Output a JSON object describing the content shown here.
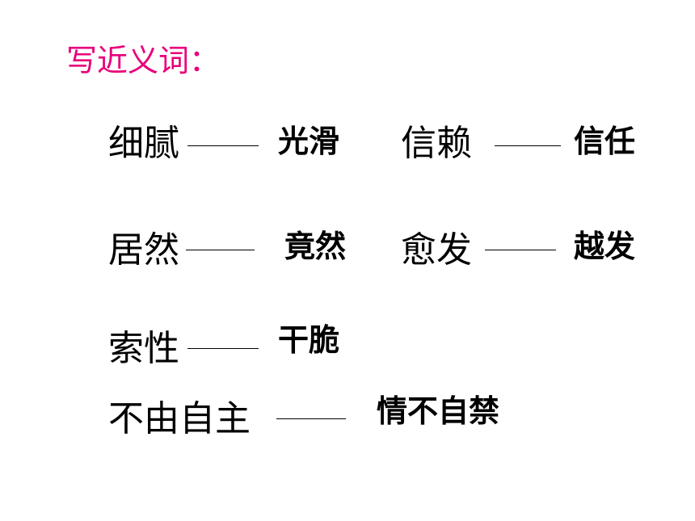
{
  "title": "写近义词：",
  "pairs": [
    {
      "word": "细腻",
      "answer": "光滑"
    },
    {
      "word": "信赖",
      "answer": "信任"
    },
    {
      "word": "居然",
      "answer": "竟然"
    },
    {
      "word": "愈发",
      "answer": "越发"
    },
    {
      "word": "索性",
      "answer": "干脆"
    },
    {
      "word": "不由自主",
      "answer": "情不自禁"
    }
  ],
  "colors": {
    "title": "#e8007a",
    "text": "#000000",
    "background": "#ffffff"
  }
}
